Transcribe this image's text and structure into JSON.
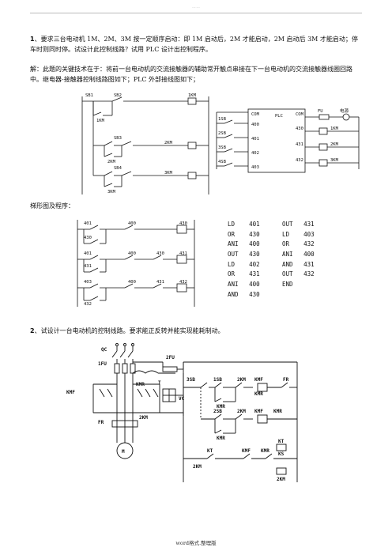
{
  "header": {
    "text": "- - - -"
  },
  "question1": {
    "num": "1",
    "text": "、要求三台电动机 1M、2M、3M 按一定顺序启动：即 1M 启动后，2M 才能启动，2M 启动后 3M 才能启动；停车时则同时停。试设计此控制线路？试用 PLC 设计出控制程序。",
    "solution": "解：此题的关键技术在于：将前一台电动机的交流接触器的辅助常开触点串接在下一台电动机的交流接触器线圈回路中。继电器-接触器控制线路图如下；PLC 外部接线图如下；"
  },
  "relay_circuit": {
    "labels": [
      "SB1",
      "SB2",
      "1KM",
      "1KM",
      "SB3",
      "2KM",
      "2KM",
      "SB4",
      "3KM",
      "3KM"
    ]
  },
  "plc_wiring": {
    "com_left": "COM",
    "plc_label": "PLC",
    "com_right": "COM",
    "fuse": "FU",
    "power": "电源",
    "inputs": [
      {
        "label": "1SB",
        "addr": "400"
      },
      {
        "label": "2SB",
        "addr": "401"
      },
      {
        "label": "3SB",
        "addr": "402"
      },
      {
        "label": "4SB",
        "addr": "403"
      }
    ],
    "outputs": [
      {
        "addr": "430",
        "label": "1KM"
      },
      {
        "addr": "431",
        "label": "2KM"
      },
      {
        "addr": "432",
        "label": "3KM"
      }
    ]
  },
  "ladder_heading": "梯形图及程序：",
  "ladder": {
    "labels": [
      "401",
      "400",
      "430",
      "430",
      "401",
      "400",
      "430",
      "431",
      "431",
      "403",
      "400",
      "431",
      "432",
      "432"
    ]
  },
  "program": {
    "left": [
      "LD    401",
      "OR    430",
      "ANI   400",
      "OUT   430",
      "LD    402",
      "OR    431",
      "ANI   400",
      "AND   430"
    ],
    "right": [
      "OUT   431",
      "LD    403",
      "OR    432",
      "ANI   400",
      "AND   431",
      "OUT   432",
      "END"
    ]
  },
  "question2": {
    "num": "2",
    "text": "、试设计一台电动机的控制线路。要求能正反转并能实现能耗制动。"
  },
  "motor_circuit": {
    "labels": [
      "QC",
      "1FU",
      "KMF",
      "KMR",
      "T",
      "VC",
      "2KM",
      "FR",
      "M",
      "2FU",
      "3SB",
      "1SB",
      "2KM",
      "KMF",
      "FR",
      "KMR",
      "KMR",
      "2SB",
      "2KM",
      "KMF",
      "KMR",
      "KMR",
      "KT",
      "KS",
      "KT",
      "KMF",
      "KMR",
      "2KM",
      "2KM"
    ]
  },
  "footer": {
    "text": "word格式.整理版"
  }
}
